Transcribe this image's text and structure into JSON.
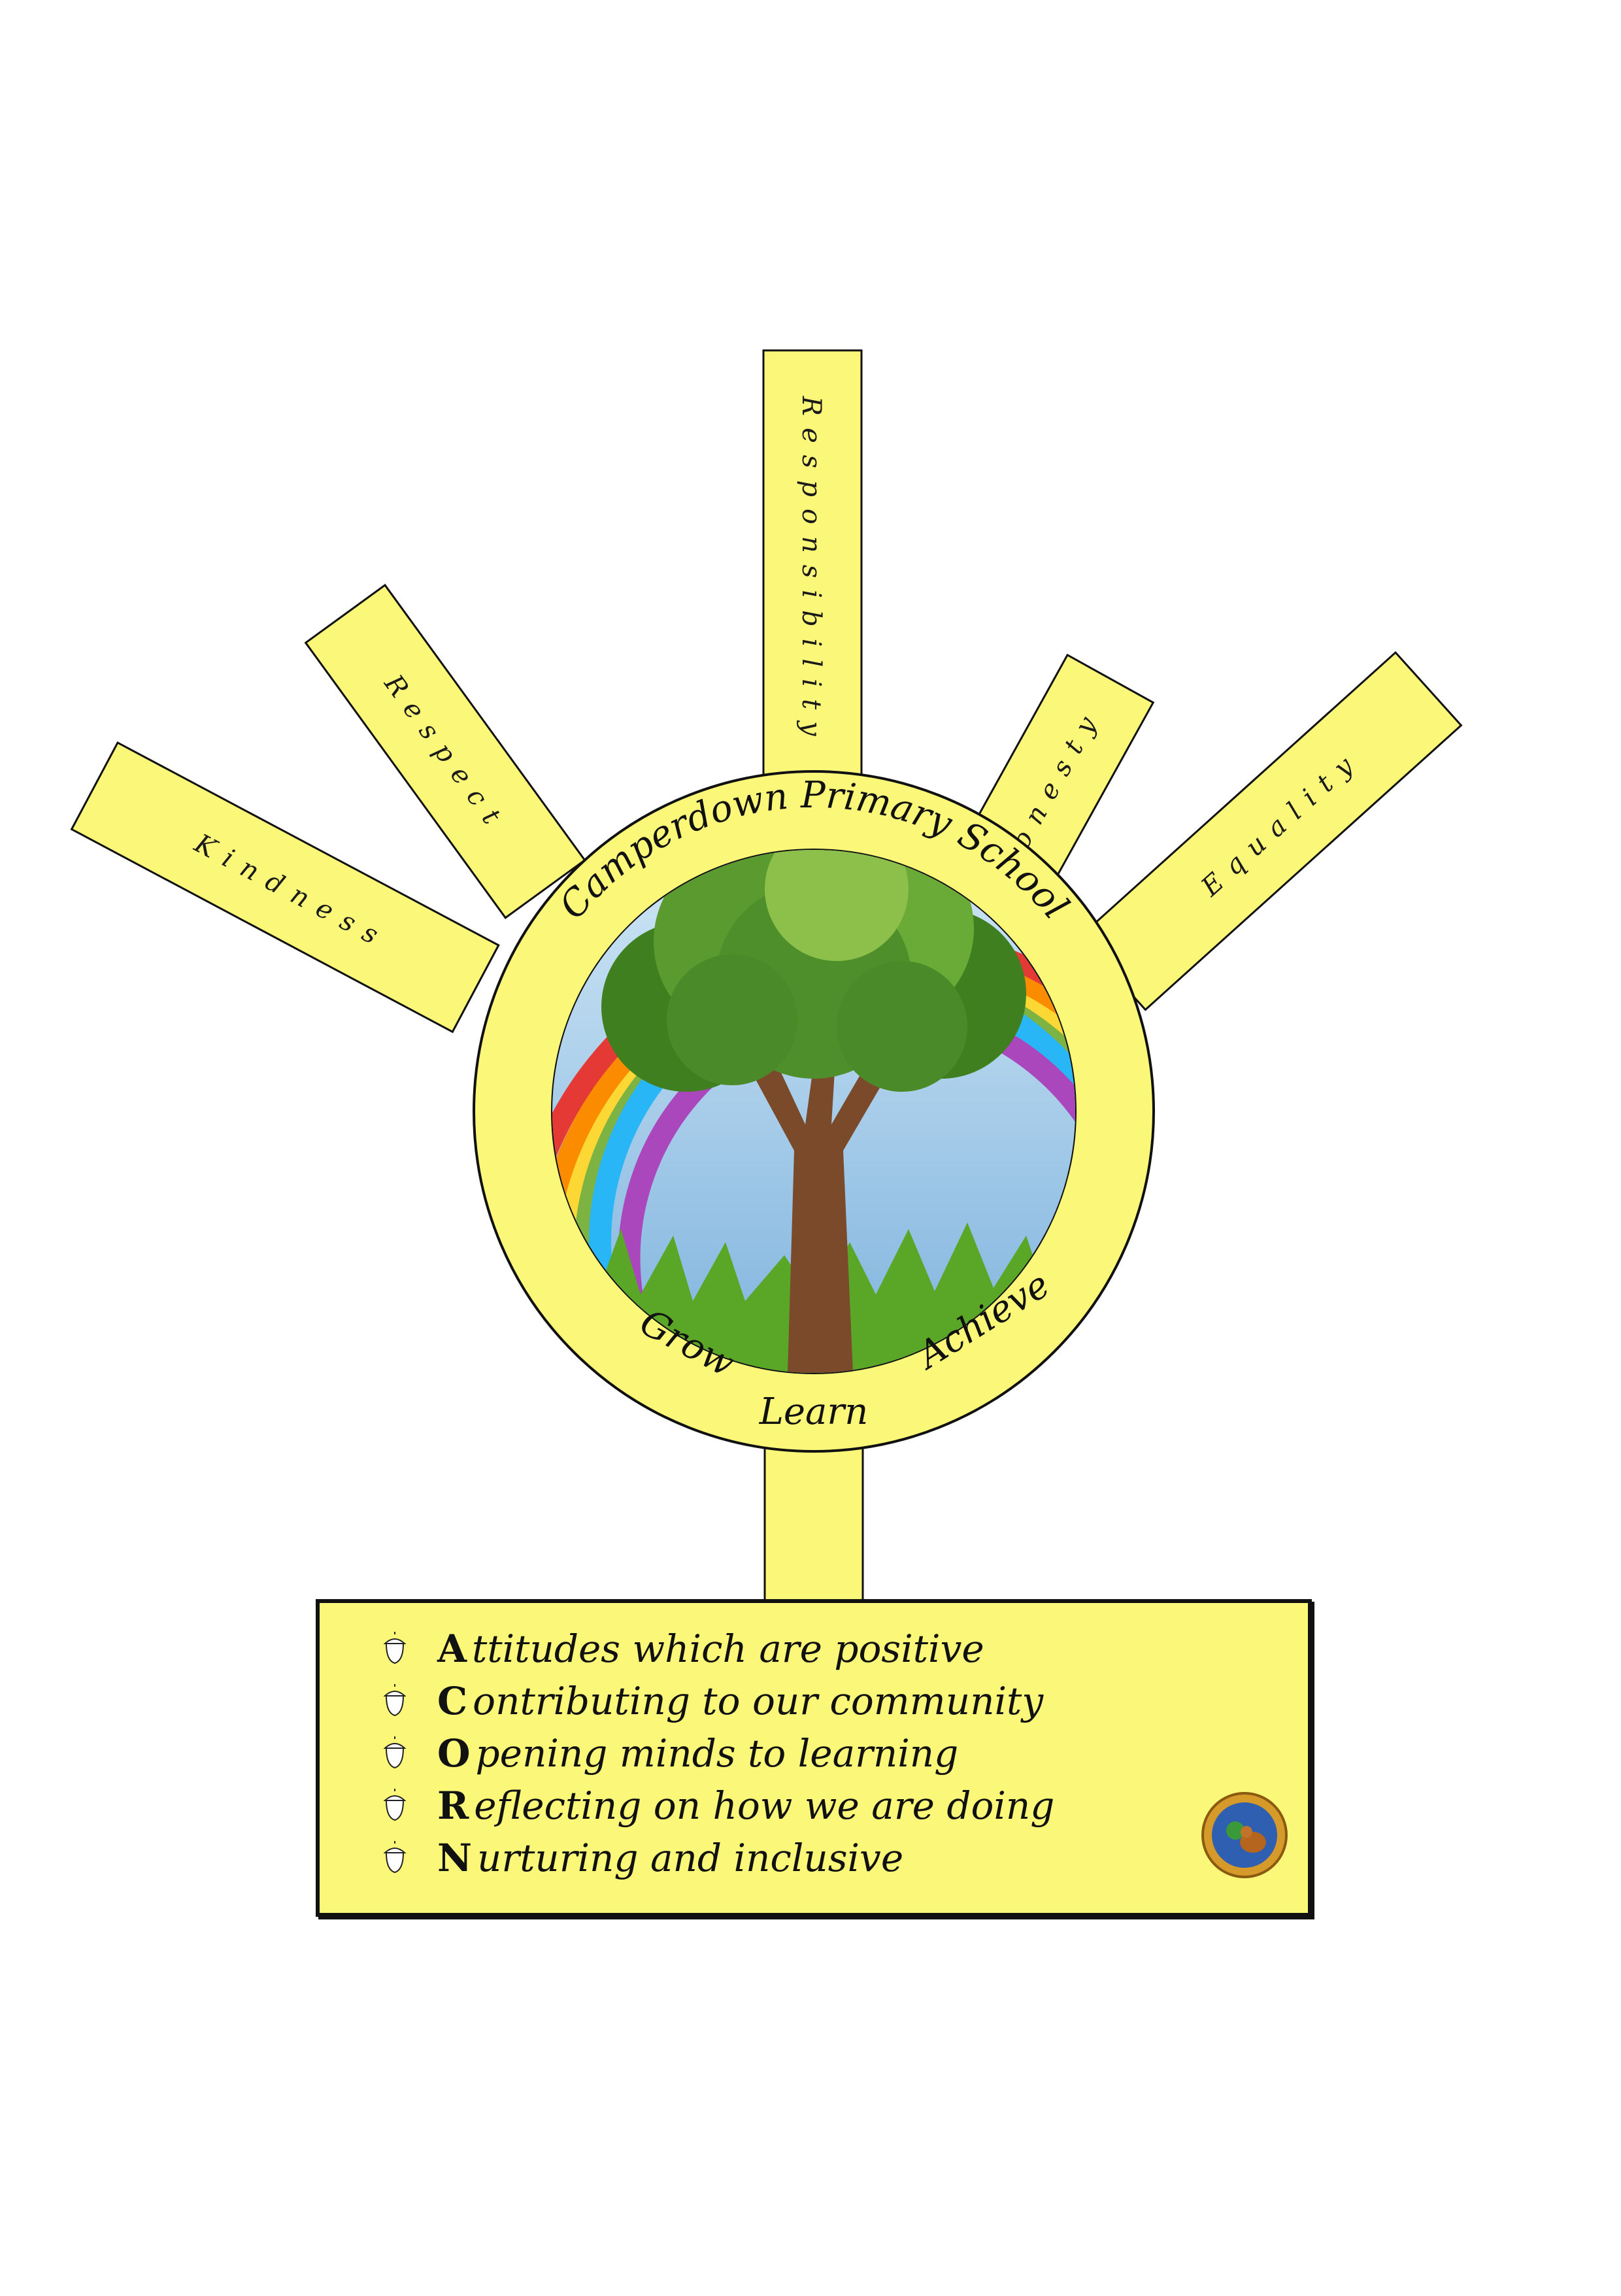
{
  "values_rays": [
    {
      "label": "Kindness"
    },
    {
      "label": "Respect"
    },
    {
      "label": "Responsibility"
    },
    {
      "label": "Honesty"
    },
    {
      "label": "Equality"
    }
  ],
  "emblem": {
    "school_name": "Camperdown Primary School",
    "motto": [
      "Grow",
      "Learn",
      "Achieve"
    ]
  },
  "acorn": {
    "items": [
      {
        "letter": "A",
        "text": "ttitudes which are positive"
      },
      {
        "letter": "C",
        "text": "ontributing to our community"
      },
      {
        "letter": "O",
        "text": "pening minds to learning"
      },
      {
        "letter": "R",
        "text": "eflecting on how we are doing"
      },
      {
        "letter": "N",
        "text": "urturing and inclusive"
      }
    ]
  },
  "colors": {
    "sun_yellow": "#fbf779",
    "outline": "#111111",
    "sky": "#8fc0e6",
    "foliage": "#4f8f2b",
    "trunk": "#7a4a2a"
  },
  "icons": {
    "bullet": "acorn-icon",
    "badge": "school-badge-icon"
  }
}
